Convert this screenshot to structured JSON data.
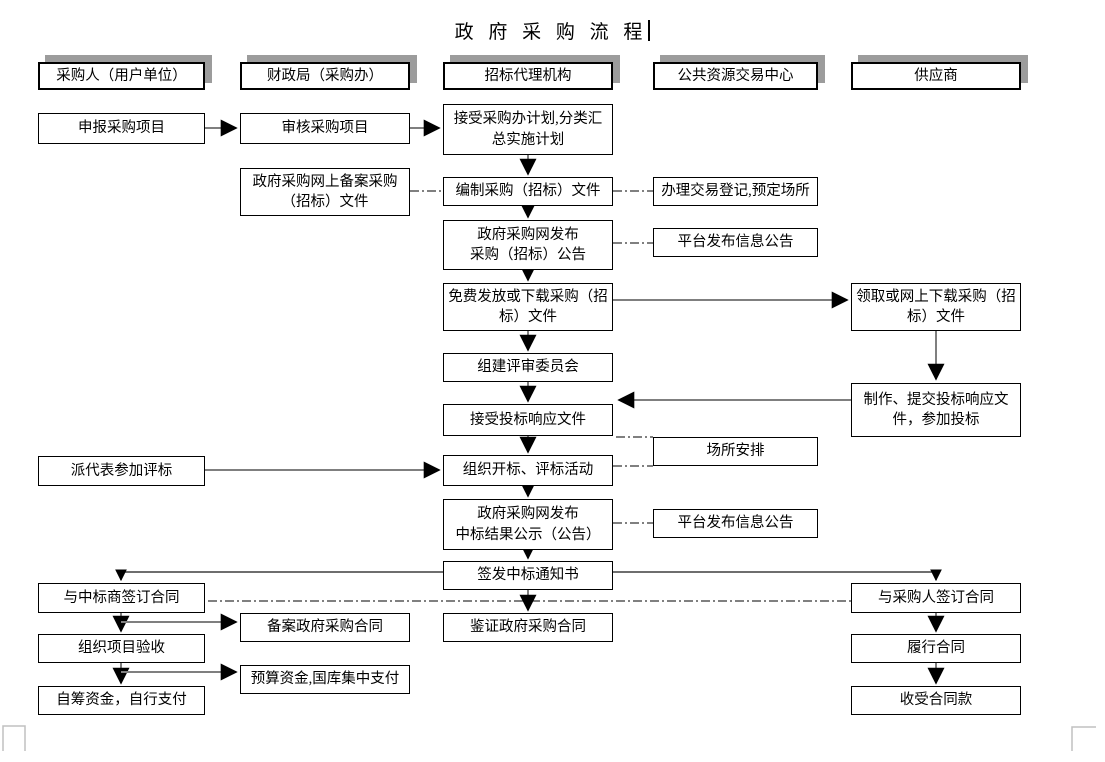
{
  "title": "政 府 采 购 流 程",
  "headers": [
    "采购人（用户单位）",
    "财政局（采购办）",
    "招标代理机构",
    "公共资源交易中心",
    "供应商"
  ],
  "nodes": {
    "declare_project": "申报采购项目",
    "send_rep_evaluation": "派代表参加评标",
    "sign_contract_winner": "与中标商签订合同",
    "organize_acceptance": "组织项目验收",
    "self_fund_payment": "自筹资金，自行支付",
    "review_project": "审核采购项目",
    "online_filing_docs": "政府采购网上备案采购\n（招标）文件",
    "file_contract": "备案政府采购合同",
    "treasury_payment": "预算资金,国库集中支付",
    "accept_plan": "接受采购办计划,分类汇\n总实施计划",
    "prepare_docs": "编制采购（招标）文件",
    "publish_notice": "政府采购网发布\n采购（招标）公告",
    "distribute_docs": "免费发放或下载采购（招\n标）文件",
    "form_committee": "组建评审委员会",
    "accept_bids": "接受投标响应文件",
    "open_evaluate": "组织开标、评标活动",
    "publish_result": "政府采购网发布\n中标结果公示（公告）",
    "issue_award_notice": "签发中标通知书",
    "certify_contract": "鉴证政府采购合同",
    "register_venue": "办理交易登记,预定场所",
    "platform_notice_1": "平台发布信息公告",
    "venue_arrangement": "场所安排",
    "platform_notice_2": "平台发布信息公告",
    "download_docs": "领取或网上下载采购（招\n标）文件",
    "make_submit_bid": "制作、提交投标响应文\n件，参加投标",
    "sign_contract_purchaser": "与采购人签订合同",
    "perform_contract": "履行合同",
    "receive_payment": "收受合同款"
  },
  "colors": {
    "page_bg": "#ffffff",
    "box_border": "#000000",
    "header_shadow": "#9c9c9c",
    "connector_gray": "#7f7f7f",
    "dashdot_black": "#000000",
    "corner_mark": "#c0c0c0"
  }
}
